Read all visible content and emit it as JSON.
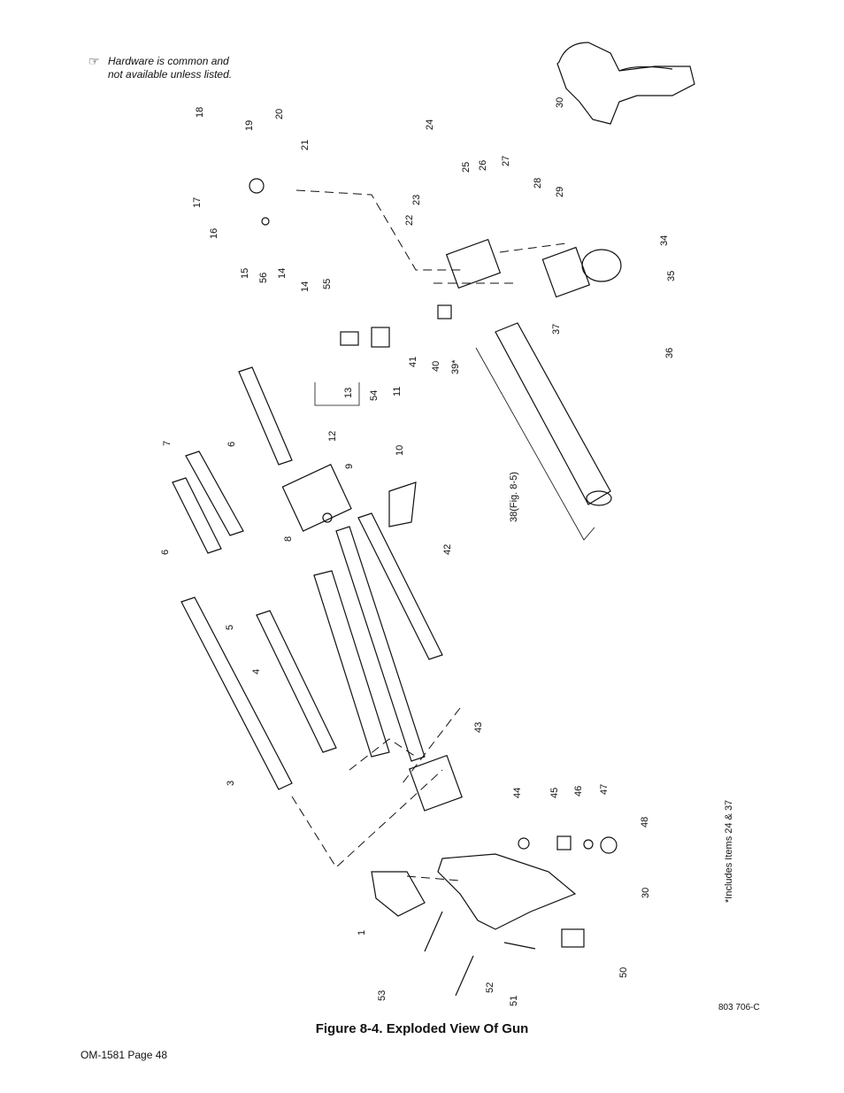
{
  "note": {
    "icon": "pointing-hand-icon",
    "line1": "Hardware is common and",
    "line2": "not available unless listed."
  },
  "figure": {
    "caption": "Figure 8-4. Exploded View Of Gun",
    "drawing_number": "803 706-C",
    "footnote": "*Includes Items 24 & 37"
  },
  "footer": {
    "page": "OM-1581 Page 48"
  },
  "callouts": [
    "1",
    "3",
    "4",
    "5",
    "6",
    "6",
    "7",
    "8",
    "9",
    "10",
    "11",
    "12",
    "13",
    "14",
    "14",
    "15",
    "16",
    "17",
    "18",
    "19",
    "20",
    "21",
    "22",
    "23",
    "24",
    "25",
    "26",
    "27",
    "28",
    "29",
    "30",
    "30",
    "34",
    "35",
    "36",
    "37",
    "38(Fig. 8-5)",
    "39*",
    "40",
    "41",
    "42",
    "43",
    "44",
    "45",
    "46",
    "47",
    "48",
    "50",
    "51",
    "52",
    "53",
    "54",
    "55",
    "56"
  ]
}
